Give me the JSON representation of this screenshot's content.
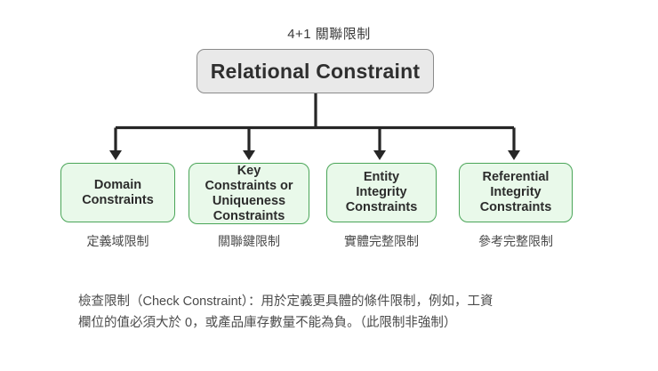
{
  "diagram": {
    "top_title": "4+1 關聯限制",
    "root": {
      "label": "Relational Constraint",
      "fill": "#e9e9e9",
      "border": "#8a8a8a"
    },
    "branch_color": "#262626",
    "child_fill": "#e9f9ea",
    "child_border": "#4aa558",
    "children": [
      {
        "label": "Domain\nConstraints",
        "caption": "定義域限制"
      },
      {
        "label": "Key\nConstraints or\nUniqueness\nConstraints",
        "caption": "關聯鍵限制"
      },
      {
        "label": "Entity\nIntegrity\nConstraints",
        "caption": "實體完整限制"
      },
      {
        "label": "Referential\nIntegrity\nConstraints",
        "caption": "參考完整限制"
      }
    ]
  },
  "note": {
    "line1": "檢查限制（Check Constraint）：用於定義更具體的條件限制，例如，工資",
    "line2": "欄位的值必須大於 0，或產品庫存數量不能為負。（此限制非強制）"
  }
}
